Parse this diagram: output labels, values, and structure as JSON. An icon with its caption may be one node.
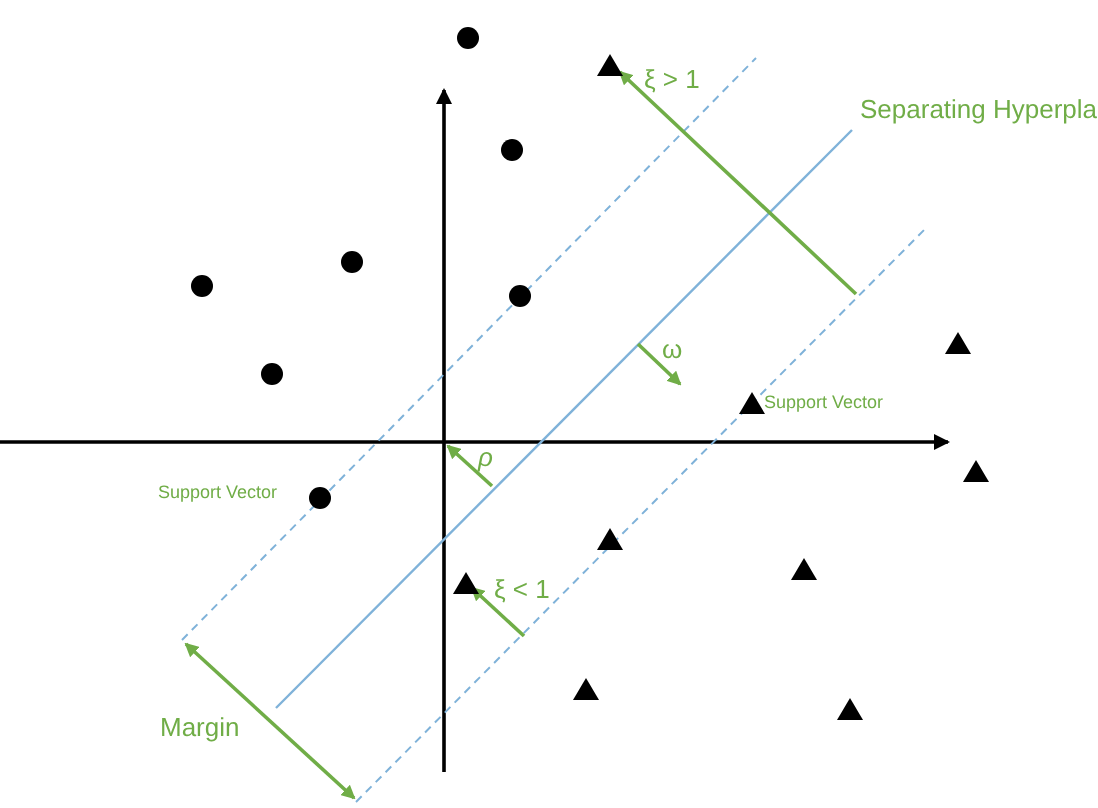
{
  "diagram": {
    "labels": [
      "ξ > 1",
      "Separating Hyperpla",
      "ω",
      "Support Vector",
      "ρ",
      "Support Vector",
      "ξ < 1",
      "Margin"
    ]
  }
}
